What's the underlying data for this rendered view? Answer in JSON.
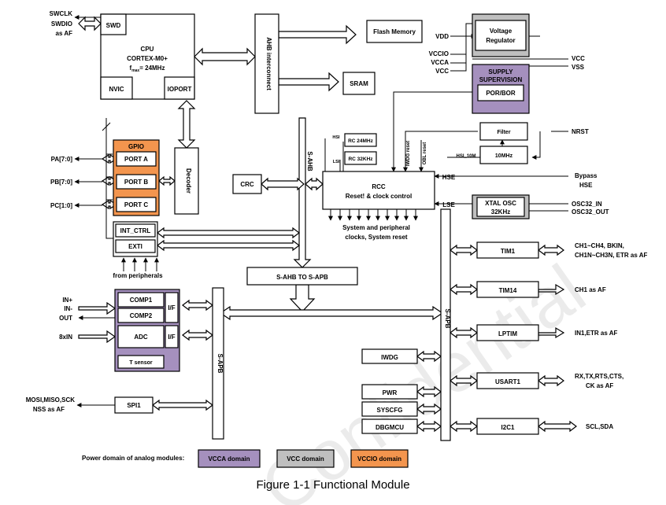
{
  "pins": {
    "swclk": "SWCLK",
    "swdio": "SWDIO",
    "as_af": "as AF",
    "pa": "PA[7:0]",
    "pb": "PB[7:0]",
    "pc": "PC[1:0]",
    "vdd": "VDD",
    "vccio": "VCCIO",
    "vcca": "VCCA",
    "vcc_l": "VCC",
    "vcc_r": "VCC",
    "vss": "VSS",
    "nrst": "NRST",
    "bypass": "Bypass",
    "hse_r": "HSE",
    "osc32_in": "OSC32_IN",
    "osc32_out": "OSC32_OUT",
    "in_p": "IN+",
    "in_m": "IN-",
    "out": "OUT",
    "in8": "8xIN",
    "spi_1": "MOSI,MISO,SCK",
    "spi_2": "NSS as AF",
    "tim1_1": "CH1~CH4, BKIN,",
    "tim1_2": "CH1N~CH3N, ETR  as AF",
    "tim14": "CH1 as AF",
    "lptim": "IN1,ETR as AF",
    "usart_1": "RX,TX,RTS,CTS,",
    "usart_2": "CK as AF",
    "i2c": "SCL,SDA"
  },
  "blocks": {
    "swd": "SWD",
    "cpu": "CPU",
    "cortex": "CORTEX-M0+",
    "fmax_f": "f",
    "fmax_sub": "max",
    "fmax_rest": "= 24MHz",
    "nvic": "NVIC",
    "ioport": "IOPORT",
    "ahb": "AHB interconnect",
    "flash": "Flash Memory",
    "sram": "SRAM",
    "vreg_1": "Voltage",
    "vreg_2": "Regulator",
    "supply_1": "SUPPLY",
    "supply_2": "SUPERVISION",
    "porbor": "POR/BOR",
    "gpio": "GPIO",
    "port_a": "PORT A",
    "port_b": "PORT B",
    "port_c": "PORT C",
    "decoder": "Decoder",
    "int_ctrl": "INT_CTRL",
    "exti": "EXTI",
    "from_periph": "from peripherals",
    "crc": "CRC",
    "s_ahb": "S-AHB",
    "rcc_1": "RCC",
    "rcc_2": "Reset! & clock control",
    "hsi": "HSI",
    "lsi": "LSI",
    "rc24": "RC 24MHz",
    "rc32": "RC 32KHz",
    "iwdg_reset": "IWDG reset",
    "obl_reset": "OBL reset",
    "filter": "Filter",
    "osc10": "10MHz",
    "hsi_10m": "HSI_10M",
    "hse": "HSE",
    "lse": "LSE",
    "xtal_1": "XTAL OSC",
    "xtal_2": "32KHz",
    "sys_1": "System and peripheral",
    "sys_2": "clocks, System reset",
    "ahb2apb": "S-AHB TO S-APB",
    "comp1": "COMP1",
    "comp2": "COMP2",
    "if1": "I/F",
    "adc": "ADC",
    "if2": "I/F",
    "tsensor": "T sensor",
    "s_apb_l": "S-APB",
    "spi1": "SPI1",
    "s_apb_r": "S-APB",
    "tim1": "TIM1",
    "tim14": "TIM14",
    "lptim": "LPTIM",
    "iwdg": "IWDG",
    "usart1": "USART1",
    "pwr": "PWR",
    "syscfg": "SYSCFG",
    "dbgmcu": "DBGMCU",
    "i2c1": "I2C1"
  },
  "legend": {
    "label": "Power domain of analog modules:",
    "vcca": "VCCA domain",
    "vcc": "VCC domain",
    "vccio": "VCCIO domain"
  },
  "colors": {
    "vcca": "#a590be",
    "vcc": "#bfbfbf",
    "vccio": "#f3954e"
  },
  "watermark": "Confidential",
  "caption": "Figure 1-1 Functional Module"
}
